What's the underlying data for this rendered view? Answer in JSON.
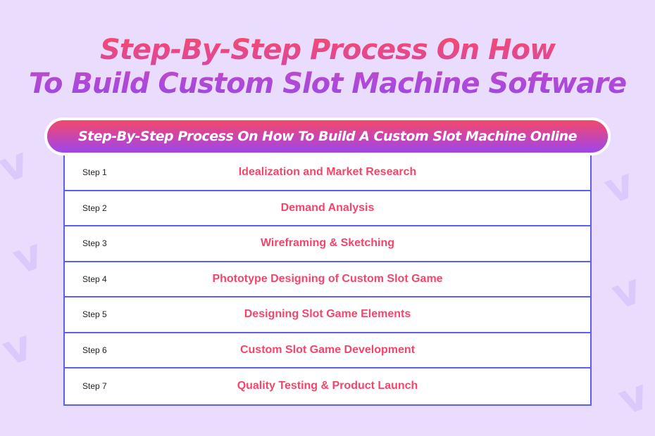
{
  "title_line1": "Step-By-Step Process On How",
  "title_line2": "To Build Custom Slot Machine Software",
  "banner": "Step-By-Step Process On How To Build A Custom Slot Machine Online",
  "steps": [
    {
      "step": "Step 1",
      "label": "Idealization and Market Research"
    },
    {
      "step": "Step 2",
      "label": "Demand Analysis"
    },
    {
      "step": "Step 3",
      "label": "Wireframing & Sketching"
    },
    {
      "step": "Step 4",
      "label": "Phototype Designing of Custom Slot Game"
    },
    {
      "step": "Step 5",
      "label": "Designing Slot Game Elements"
    },
    {
      "step": "Step 6",
      "label": "Custom Slot Game Development"
    },
    {
      "step": "Step 7",
      "label": "Quality Testing & Product Launch"
    }
  ]
}
